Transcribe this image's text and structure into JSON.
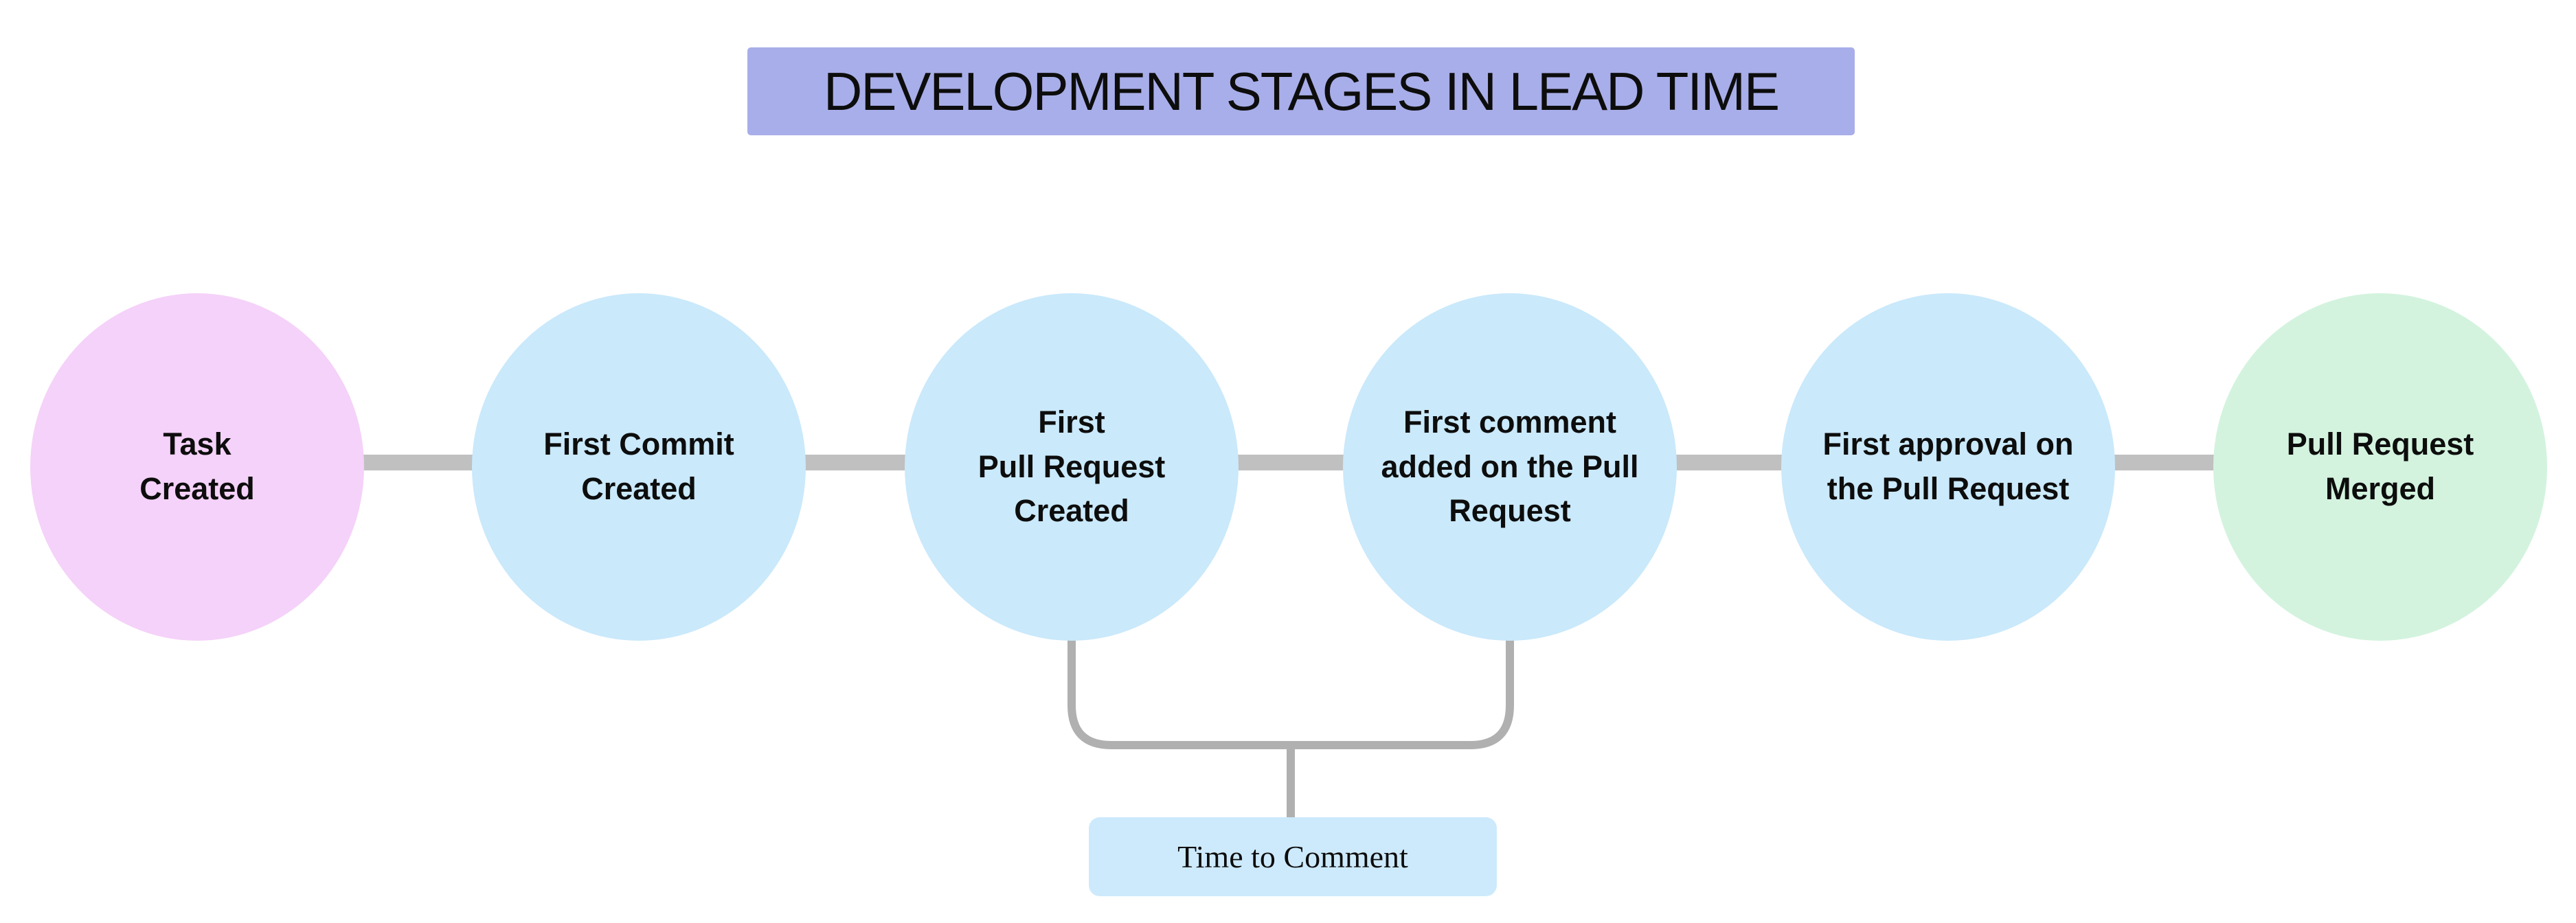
{
  "title": {
    "text": "DEVELOPMENT STAGES IN LEAD TIME",
    "bg_color": "#a8aee9"
  },
  "stages": [
    {
      "label": "Task\nCreated",
      "fill": "#f5d2f9",
      "kind": "start"
    },
    {
      "label": "First Commit\nCreated",
      "fill": "#cae9fb",
      "kind": "middle"
    },
    {
      "label": "First\nPull Request\nCreated",
      "fill": "#cae9fb",
      "kind": "middle"
    },
    {
      "label": "First comment\nadded on the Pull\nRequest",
      "fill": "#cae9fb",
      "kind": "middle"
    },
    {
      "label": "First approval on\nthe Pull Request",
      "fill": "#cae9fb",
      "kind": "middle"
    },
    {
      "label": "Pull Request\nMerged",
      "fill": "#d3f3de",
      "kind": "end"
    }
  ],
  "annotation": {
    "label": "Time to Comment",
    "bg_color": "#cdeafc",
    "from_stage_index": 2,
    "to_stage_index": 3
  },
  "colors": {
    "connector": "#c0c0c0",
    "bracket": "#b0b0b0",
    "text": "#0d0d0d",
    "background": "#ffffff"
  }
}
